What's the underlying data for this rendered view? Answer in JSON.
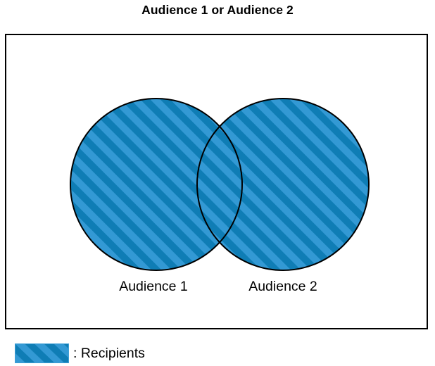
{
  "chart_data": {
    "type": "venn",
    "title": "Audience 1 or Audience 2",
    "operation": "or",
    "sets": [
      {
        "id": "A",
        "label": "Audience 1",
        "filled": true
      },
      {
        "id": "B",
        "label": "Audience 2",
        "filled": true
      }
    ],
    "regions": [
      {
        "id": "A_only",
        "filled": true
      },
      {
        "id": "AB_intersection",
        "filled": true
      },
      {
        "id": "B_only",
        "filled": true
      },
      {
        "id": "outside",
        "filled": false
      }
    ],
    "legend": {
      "position": "bottom-left",
      "entries": [
        {
          "swatch": "diagonal-hatch-blue",
          "separator": ":",
          "label": "Recipients"
        }
      ]
    },
    "geometry": {
      "circle_radius": 122,
      "left_circle_center": [
        215,
        214
      ],
      "right_circle_center": [
        395,
        214
      ],
      "frame": [
        0,
        0,
        601,
        420
      ]
    },
    "grid": false,
    "axes": false
  },
  "title": {
    "text": "Audience 1 or Audience 2"
  },
  "diagram": {
    "left_set_label": "Audience 1",
    "right_set_label": "Audience 2"
  },
  "legend": {
    "separator_and_label": ": Recipients",
    "swatch_name": "diagonal-hatch-blue"
  },
  "colors": {
    "hatch_base": "#0F7DB5",
    "hatch_stripe": "#3399D4",
    "outline": "#000000",
    "frame_border": "#000000",
    "background": "#FFFFFF",
    "text": "#000000",
    "legend_swatch_border": "#3E9FD6"
  }
}
